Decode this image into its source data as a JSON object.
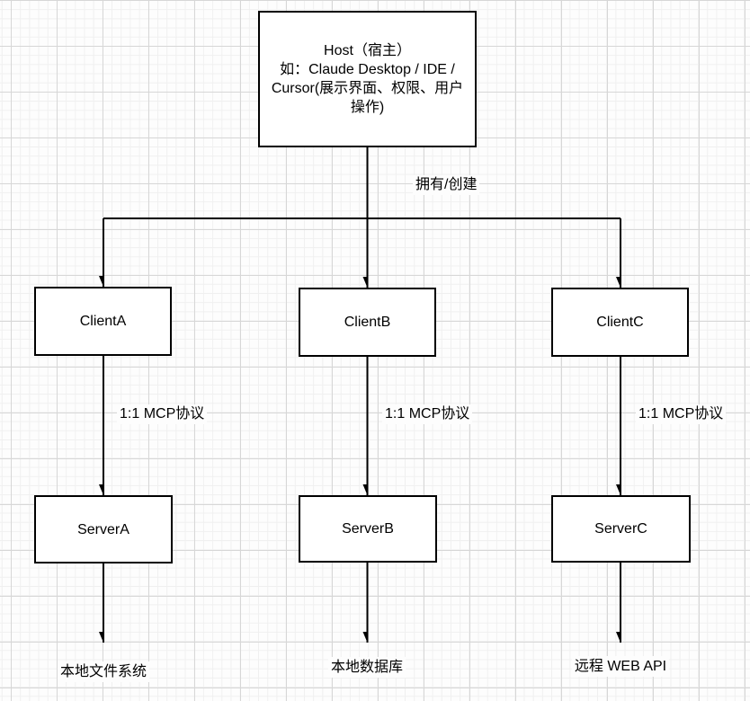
{
  "diagram": {
    "nodes": {
      "host": {
        "label": "Host（宿主）\n如：Claude Desktop / IDE / Cursor(展示界面、权限、用户操作)"
      },
      "clientA": {
        "label": "ClientA"
      },
      "clientB": {
        "label": "ClientB"
      },
      "clientC": {
        "label": "ClientC"
      },
      "serverA": {
        "label": "ServerA"
      },
      "serverB": {
        "label": "ServerB"
      },
      "serverC": {
        "label": "ServerC"
      }
    },
    "edge_labels": {
      "own_create": "拥有/创建",
      "mcp_a": "1:1 MCP协议",
      "mcp_b": "1:1 MCP协议",
      "mcp_c": "1:1 MCP协议"
    },
    "endpoints": {
      "local_fs": "本地文件系统",
      "local_db": "本地数据库",
      "remote_api": "远程 WEB API"
    },
    "colors": {
      "stroke": "#000000",
      "node_fill": "#ffffff",
      "text": "#000000",
      "grid_minor": "#f0f0f0",
      "grid_major": "#d7d7d7",
      "background": "#fdfdfd"
    }
  }
}
